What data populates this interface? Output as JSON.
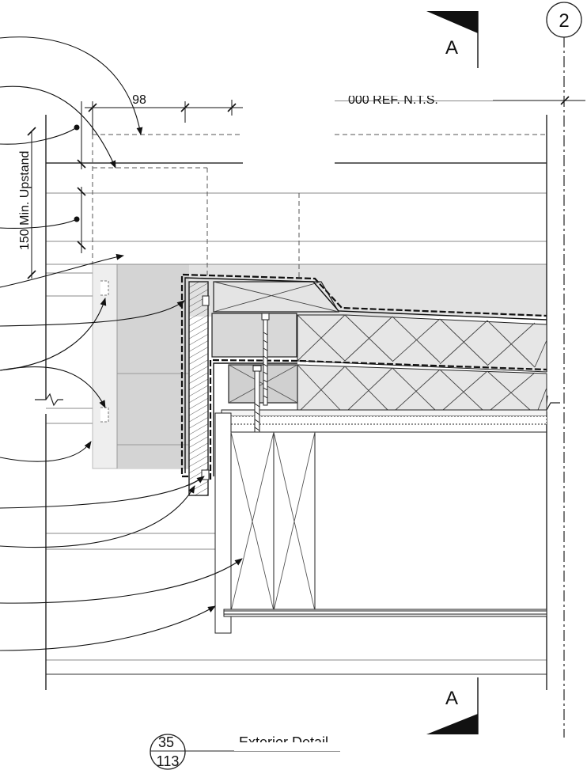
{
  "drawing": {
    "section_marker_top": "A",
    "section_marker_bottom": "A",
    "grid_line_label": "2",
    "dim_width": "98",
    "dim_partial": "000 REF. N.T.S.",
    "upstand_label": "150 Min. Upstand",
    "detail_number": "35",
    "sheet_number": "113",
    "detail_title": "Exterior Detail"
  },
  "colors": {
    "line": "#111111",
    "fill_grey": "#e2e2e2",
    "fill_light": "#efefef",
    "fill_mid": "#d3d3d3",
    "dashed": "#555555"
  }
}
